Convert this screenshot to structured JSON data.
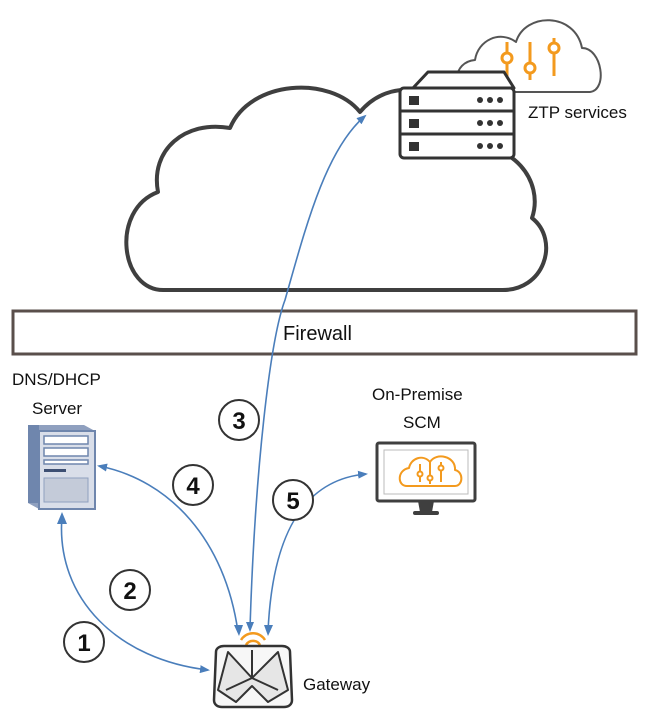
{
  "labels": {
    "ztp_services": "ZTP services",
    "firewall": "Firewall",
    "dns_dhcp_line1": "DNS/DHCP",
    "dns_dhcp_line2": "Server",
    "on_premise_line1": "On-Premise",
    "on_premise_line2": "SCM",
    "gateway": "Gateway"
  },
  "steps": [
    "1",
    "2",
    "3",
    "4",
    "5"
  ],
  "colors": {
    "arrow": "#4a7ebb",
    "outline": "#3f3f3f",
    "firewall_border": "#5a4f4b",
    "accent": "#f39a1e",
    "server_blue": "#6f86ad"
  },
  "icons": {
    "cloud": "cloud-icon",
    "ztp_server": "server-rack-icon",
    "ztp_settings_cloud": "cloud-settings-icon",
    "dns_server": "tower-server-icon",
    "scm_monitor": "monitor-settings-icon",
    "gateway": "gateway-router-icon"
  }
}
